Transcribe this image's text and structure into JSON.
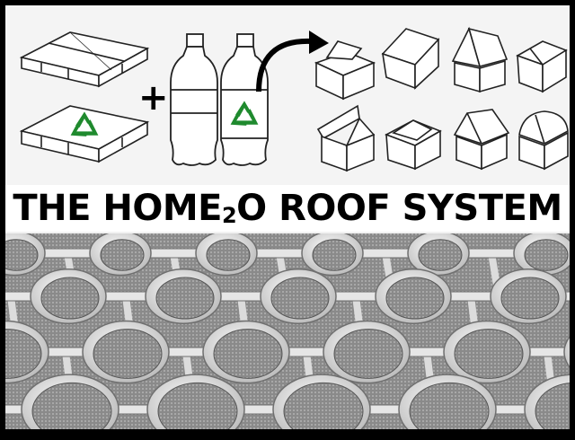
{
  "title": {
    "pre": "THE HOME",
    "sub": "2",
    "post": "O ROOF SYSTEM"
  },
  "illustration": {
    "plus_symbol": "+",
    "icons": [
      "pallet-icon",
      "recycle-icon",
      "bottle-icon",
      "arrow-icon",
      "house-roof-icon"
    ],
    "roof_style_count": 8
  },
  "photo": {
    "subject": "roof-grid-photo"
  },
  "colors": {
    "frame": "#000000",
    "recycle_green": "#1f8a2e",
    "line": "#222222",
    "grid_light": "#e8e8e8",
    "grid_shadow": "#6f6f6f"
  }
}
